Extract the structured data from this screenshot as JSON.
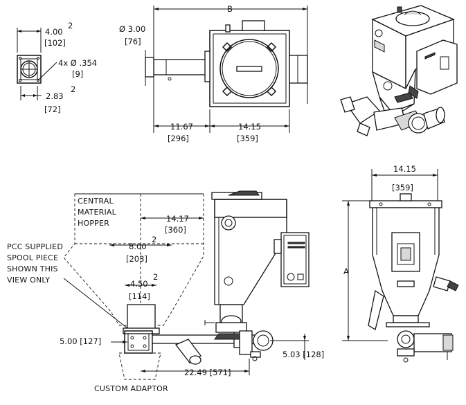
{
  "top_left": {
    "width_in": "4.00",
    "width_mm": "[102]",
    "width_sup": "2",
    "holes": "4x Ø .354",
    "holes_mm": "[9]",
    "spacing_in": "2.83",
    "spacing_mm": "[72]",
    "spacing_sup": "2"
  },
  "top_mid": {
    "dim_b": "B",
    "dia_in": "Ø 3.00",
    "dia_mm": "[76]",
    "left_in": "11.67",
    "left_mm": "[296]",
    "right_in": "14.15",
    "right_mm": "[359]"
  },
  "side": {
    "hopper_line1": "CENTRAL",
    "hopper_line2": "MATERIAL",
    "hopper_line3": "HOPPER",
    "hopper_dim_in": "14.17",
    "hopper_dim_mm": "[360]",
    "spool_line1": "PCC SUPPLIED",
    "spool_line2": "SPOOL PIECE",
    "spool_line3": "SHOWN THIS",
    "spool_line4": "VIEW ONLY",
    "d8_in": "8.00",
    "d8_mm": "[203]",
    "d8_sup": "2",
    "d45_in": "4.50",
    "d45_mm": "[114]",
    "d45_sup": "2",
    "h500": "5.00 [127]",
    "h503": "5.03 [128]",
    "w2249": "22.49 [571]",
    "adaptor": "CUSTOM ADAPTOR"
  },
  "front": {
    "width_in": "14.15",
    "width_mm": "[359]",
    "dim_a": "A"
  }
}
